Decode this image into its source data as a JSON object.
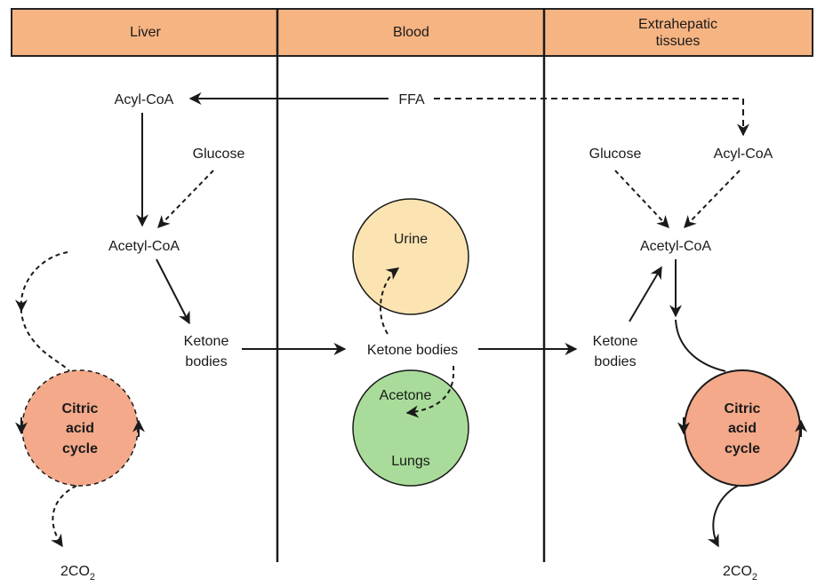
{
  "columns": {
    "liver": "Liver",
    "blood": "Blood",
    "extrahepatic": "Extrahepatic\ntissues"
  },
  "labels": {
    "liver_acyl_coa": "Acyl-CoA",
    "ffa": "FFA",
    "liver_glucose": "Glucose",
    "liver_acetyl_coa": "Acetyl-CoA",
    "liver_ketone_line1": "Ketone",
    "liver_ketone_line2": "bodies",
    "blood_ketone_bodies": "Ketone bodies",
    "urine": "Urine",
    "acetone": "Acetone",
    "lungs": "Lungs",
    "tissue_glucose": "Glucose",
    "tissue_acyl_coa": "Acyl-CoA",
    "tissue_acetyl_coa": "Acetyl-CoA",
    "tissue_ketone_line1": "Ketone",
    "tissue_ketone_line2": "bodies",
    "cycle_line1": "Citric",
    "cycle_line2": "acid",
    "cycle_line3": "cycle",
    "co2_main": "2CO",
    "co2_sub": "2"
  },
  "colors": {
    "header": "#f6b482",
    "urine": "#fbe3b2",
    "lungs": "#a9dc9a",
    "citric_cycle": "#f4a98a"
  }
}
